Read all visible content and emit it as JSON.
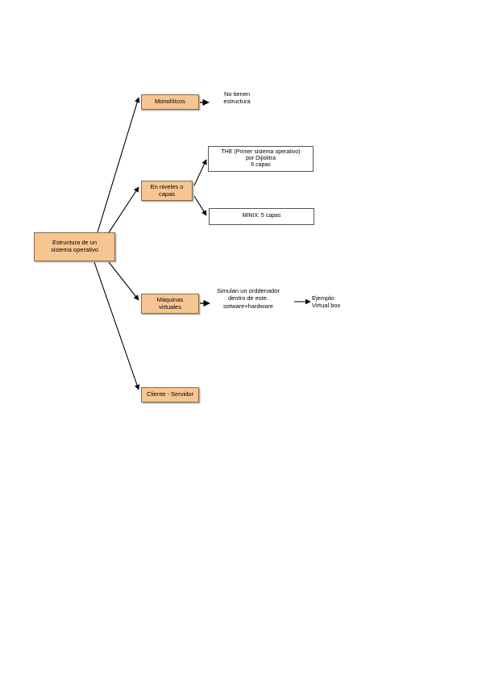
{
  "diagram": {
    "title": "Estructura de un sistema operativo",
    "colors": {
      "node_fill": "#F6C592",
      "node_border": "#8a6a43",
      "plain_fill": "#ffffff",
      "plain_border": "#555555",
      "edge": "#000000",
      "background": "#ffffff",
      "text": "#000000"
    },
    "nodes": {
      "root": "Estructura de un\nsistema operativo",
      "monoliticos": "Monolíticos",
      "niveles": "En niveles o\ncapas",
      "maquinas_virtuales": "Máquinas\nvirtuales",
      "cliente_servidor": "Cliente -  Servidor",
      "the": "THE (Primer sistema operativo)\npor Dijisktra\n6 capas",
      "minix": "MINIX: 5 capas"
    },
    "labels": {
      "monoliticos_desc": "No tienen\nestructura",
      "maquinas_desc": "Simulan un orddenador\ndentro de este.\nsotware+hardware",
      "ejemplo": "Ejemplo:\nVirtual box"
    },
    "edges": [
      {
        "from": "root",
        "to": "monoliticos"
      },
      {
        "from": "root",
        "to": "niveles"
      },
      {
        "from": "root",
        "to": "maquinas_virtuales"
      },
      {
        "from": "root",
        "to": "cliente_servidor"
      },
      {
        "from": "monoliticos",
        "to": "monoliticos_desc"
      },
      {
        "from": "niveles",
        "to": "the"
      },
      {
        "from": "niveles",
        "to": "minix"
      },
      {
        "from": "maquinas_virtuales",
        "to": "maquinas_desc"
      },
      {
        "from": "maquinas_desc",
        "to": "ejemplo"
      }
    ]
  }
}
